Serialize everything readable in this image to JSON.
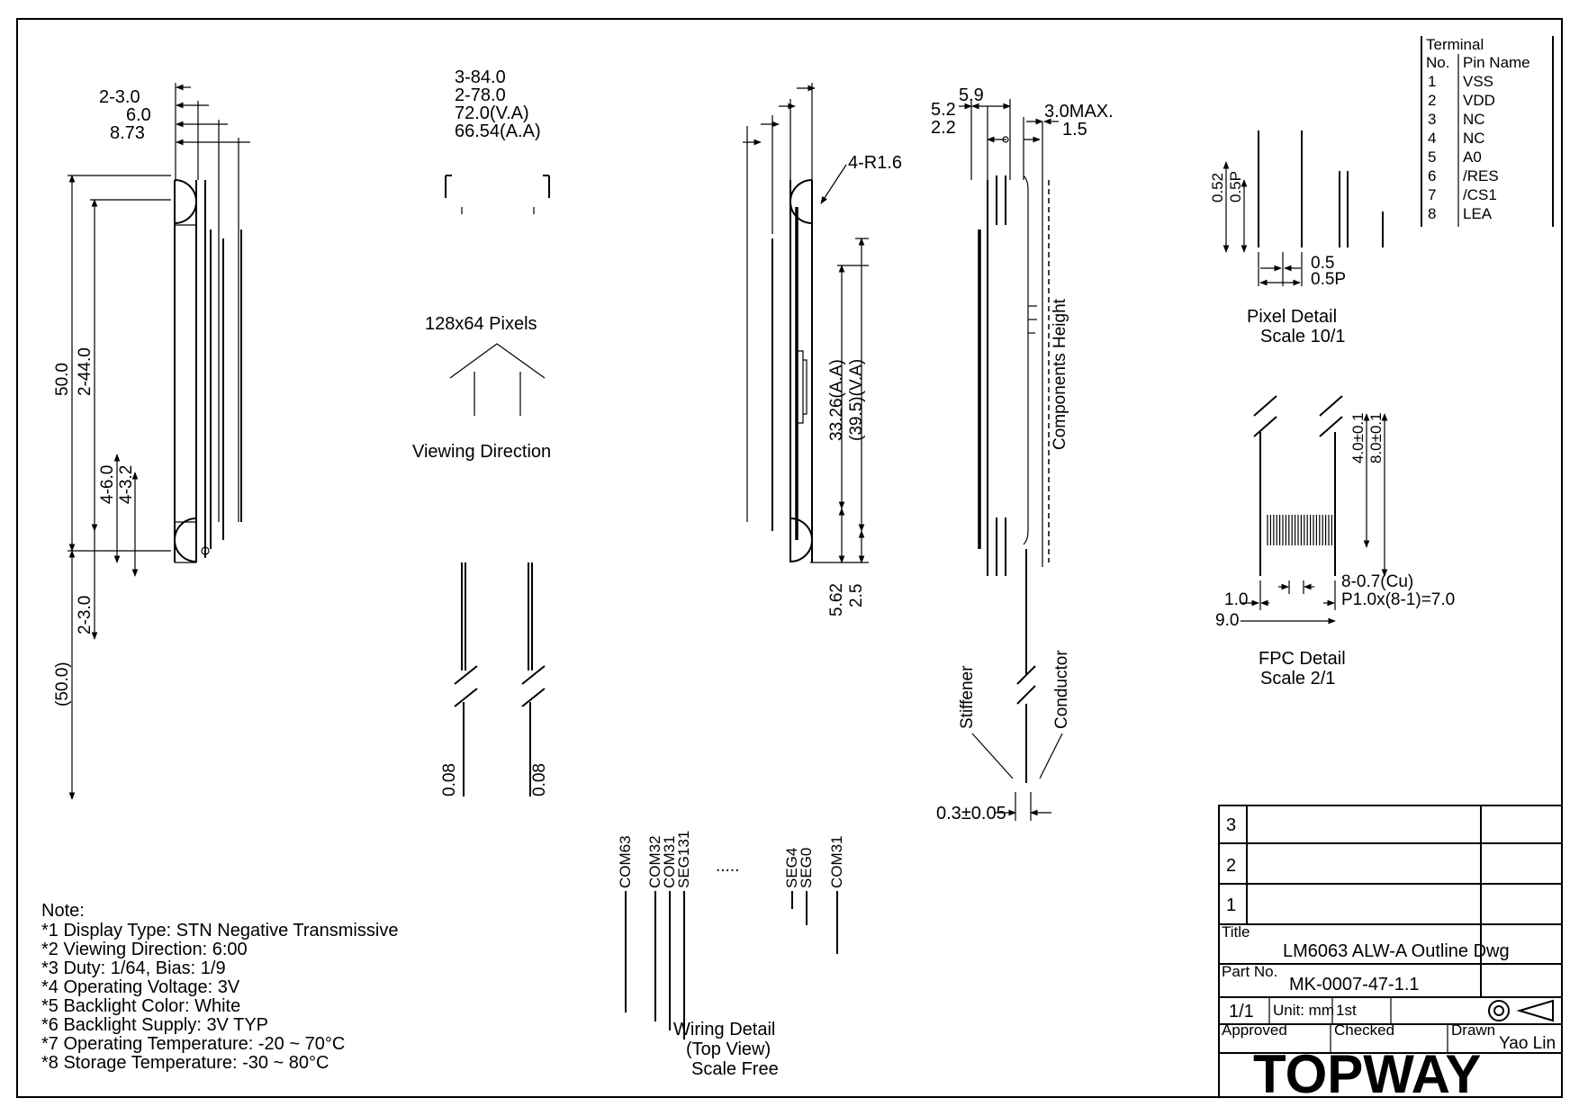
{
  "dims": {
    "left_top": [
      "2-3.0",
      "6.0",
      "8.73"
    ],
    "left_vertical": [
      "50.0",
      "2-44.0",
      "4-6.0",
      "4-3.2",
      "2-3.0",
      "(50.0)"
    ],
    "center_top": [
      "3-84.0",
      "2-78.0",
      "72.0(V.A)",
      "66.54(A.A)"
    ],
    "radius": "4-R1.6",
    "right_vertical": [
      "33.26(A.A)",
      "(39.5)(V.A)",
      "5.62",
      "2.5"
    ],
    "side_top": [
      "5.2",
      "2.2",
      "5.9",
      "3.0MAX.",
      "1.5"
    ],
    "side_labels": [
      "Components Height",
      "Stiffener",
      "Conductor"
    ],
    "thickness": "0.3±0.05",
    "leg_labels": [
      "0.08",
      "0.08"
    ]
  },
  "center": {
    "pixels_label": "128x64 Pixels",
    "viewing_direction": "Viewing Direction"
  },
  "terminal_table": {
    "header_top": "Terminal",
    "header_no": "No.",
    "header_pin": "Pin Name",
    "rows": [
      {
        "no": "1",
        "pin": "VSS"
      },
      {
        "no": "2",
        "pin": "VDD"
      },
      {
        "no": "3",
        "pin": "NC"
      },
      {
        "no": "4",
        "pin": "NC"
      },
      {
        "no": "5",
        "pin": "A0"
      },
      {
        "no": "6",
        "pin": "/RES"
      },
      {
        "no": "7",
        "pin": "/CS1"
      },
      {
        "no": "8",
        "pin": "LEA"
      }
    ]
  },
  "pixel_detail": {
    "dims": [
      "0.52",
      "0.5P",
      "0.5",
      "0.5P"
    ],
    "title": "Pixel Detail",
    "scale": "Scale 10/1"
  },
  "fpc_detail": {
    "dims": [
      "4.0±0.1",
      "8.0±0.1",
      "8-0.7(Cu)",
      "P1.0x(8-1)=7.0",
      "1.0",
      "9.0"
    ],
    "title": "FPC Detail",
    "scale": "Scale 2/1"
  },
  "wiring": {
    "pins": [
      "COM63",
      "COM32",
      "COM31",
      "SEG131",
      "SEG4",
      "SEG0",
      "COM31"
    ],
    "dots": ".....",
    "title": "Wiring Detail",
    "subtitle": "(Top View)",
    "scale": "Scale Free"
  },
  "notes": {
    "title": "Note:",
    "items": [
      "*1 Display Type: STN Negative Transmissive",
      "*2 Viewing Direction: 6:00",
      "*3 Duty: 1/64, Bias: 1/9",
      "*4 Operating Voltage: 3V",
      "*5 Backlight Color: White",
      "*6 Backlight Supply: 3V TYP",
      "*7 Operating Temperature: -20 ~ 70°C",
      "*8 Storage Temperature: -30 ~ 80°C"
    ]
  },
  "title_block": {
    "rev_marks": [
      "3",
      "2",
      "1"
    ],
    "title_label": "Title",
    "title": "LM6063 ALW-A Outline Dwg",
    "part_label": "Part No.",
    "part_no": "MK-0007-47-1.1",
    "scale": "1/1",
    "unit": "Unit: mm",
    "projection": "1st",
    "approved_label": "Approved",
    "checked_label": "Checked",
    "drawn_label": "Drawn",
    "drawn_by": "Yao Lin",
    "logo": "TOPWAY"
  }
}
